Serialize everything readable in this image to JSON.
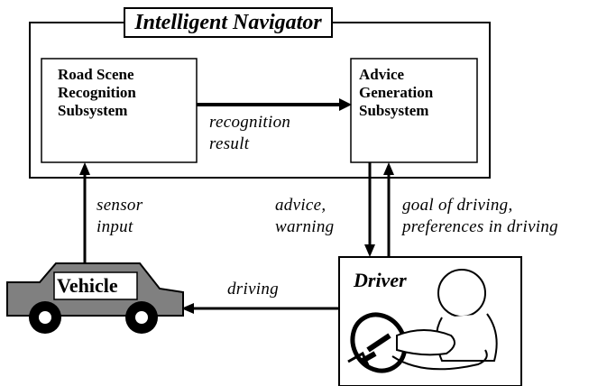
{
  "title": "Intelligent Navigator",
  "nodes": {
    "road_scene": [
      "Road Scene",
      "Recognition",
      "Subsystem"
    ],
    "advice_gen": [
      "Advice",
      "Generation",
      "Subsystem"
    ],
    "vehicle": "Vehicle",
    "driver": "Driver"
  },
  "edges": {
    "recognition_result": [
      "recognition",
      "result"
    ],
    "sensor_input": [
      "sensor",
      "input"
    ],
    "advice_warning": [
      "advice,",
      "warning"
    ],
    "goal": [
      "goal of driving,",
      "preferences in driving"
    ],
    "driving": "driving"
  },
  "colors": {
    "car_body": "#808080",
    "stroke": "#000000",
    "background": "#ffffff"
  }
}
